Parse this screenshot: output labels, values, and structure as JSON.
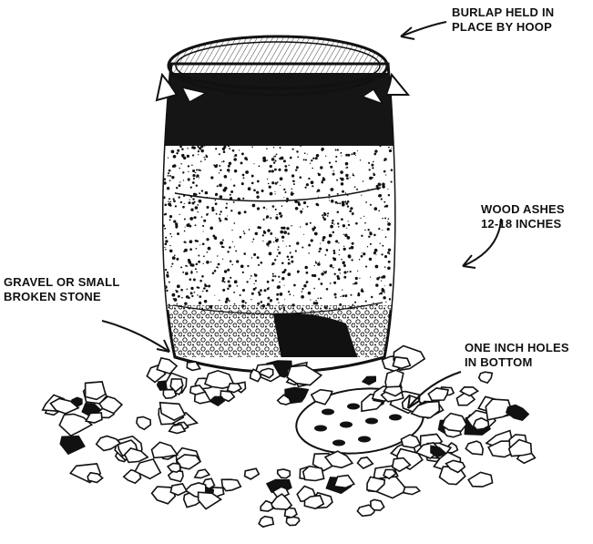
{
  "labels": {
    "burlap": {
      "line1": "BURLAP HELD IN",
      "line2": "PLACE BY HOOP"
    },
    "ashes": {
      "line1": "WOOD ASHES",
      "line2": "12-18 INCHES"
    },
    "gravel": {
      "line1": "GRAVEL OR SMALL",
      "line2": "BROKEN STONE"
    },
    "holes": {
      "line1": "ONE INCH HOLES",
      "line2": "IN BOTTOM"
    }
  },
  "colors": {
    "ink": "#111111",
    "paper": "#ffffff"
  },
  "icons": [
    "barrel-illustration",
    "burlap-cover",
    "arrow-icon",
    "stone-pile"
  ]
}
